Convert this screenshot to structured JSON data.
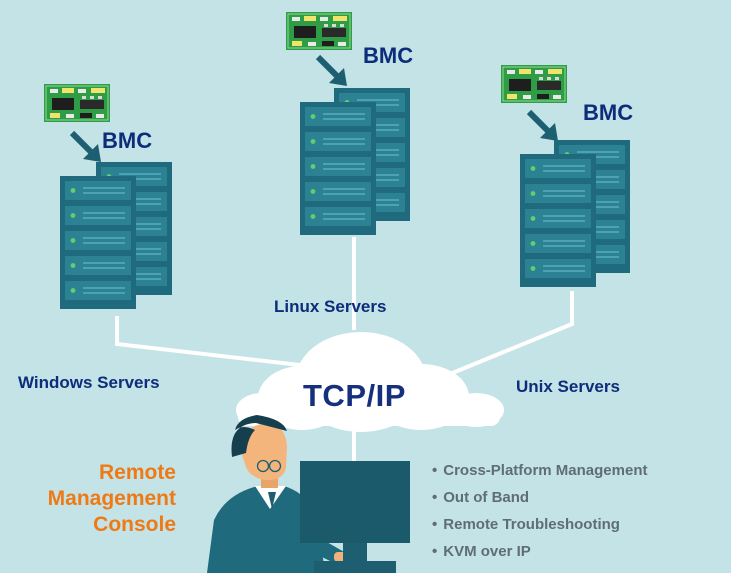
{
  "bmc_label": "BMC",
  "groups": {
    "linux": {
      "label": "Linux Servers"
    },
    "windows": {
      "label": "Windows Servers"
    },
    "unix": {
      "label": "Unix Servers"
    }
  },
  "network": {
    "label": "TCP/IP"
  },
  "console": {
    "title_lines": [
      "Remote",
      "Management",
      "Console"
    ]
  },
  "features": [
    "Cross-Platform Management",
    "Out of Band",
    "Remote Troubleshooting",
    "KVM over IP"
  ],
  "colors": {
    "background": "#c3e3e6",
    "server_front": "#1f6b7d",
    "server_back": "#1a5d6d",
    "drive": "#2c8193",
    "led": "#5fd06b",
    "arrow": "#1d5f70",
    "chip_board": "#2f9d45",
    "label_blue": "#0d2c7a",
    "label_orange": "#ef7a15",
    "feature_text": "#5f6e75"
  }
}
